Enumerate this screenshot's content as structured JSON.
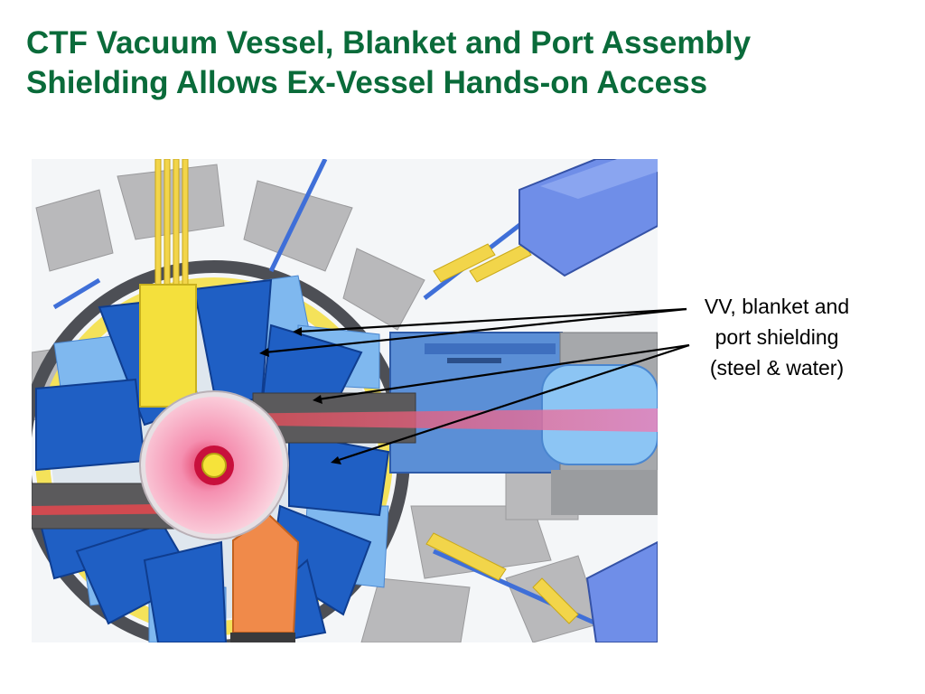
{
  "slide": {
    "title_line1": "CTF Vacuum Vessel, Blanket and Port Assembly",
    "title_line2": "Shielding Allows Ex-Vessel Hands-on Access",
    "title_color": "#0a6b3a"
  },
  "callout": {
    "line1": "VV, blanket and",
    "line2": "port shielding",
    "line3": "(steel & water)"
  },
  "colors": {
    "blanket_blue": "#1f5fc4",
    "shield_light_blue": "#7fb8ef",
    "gray_magnet": "#b8b8b8",
    "yellow_ring": "#f4e25a",
    "plasma_pink": "#f3a3c0",
    "orange_port": "#f08a4a",
    "cylinder_blue": "#6f8ee8"
  }
}
